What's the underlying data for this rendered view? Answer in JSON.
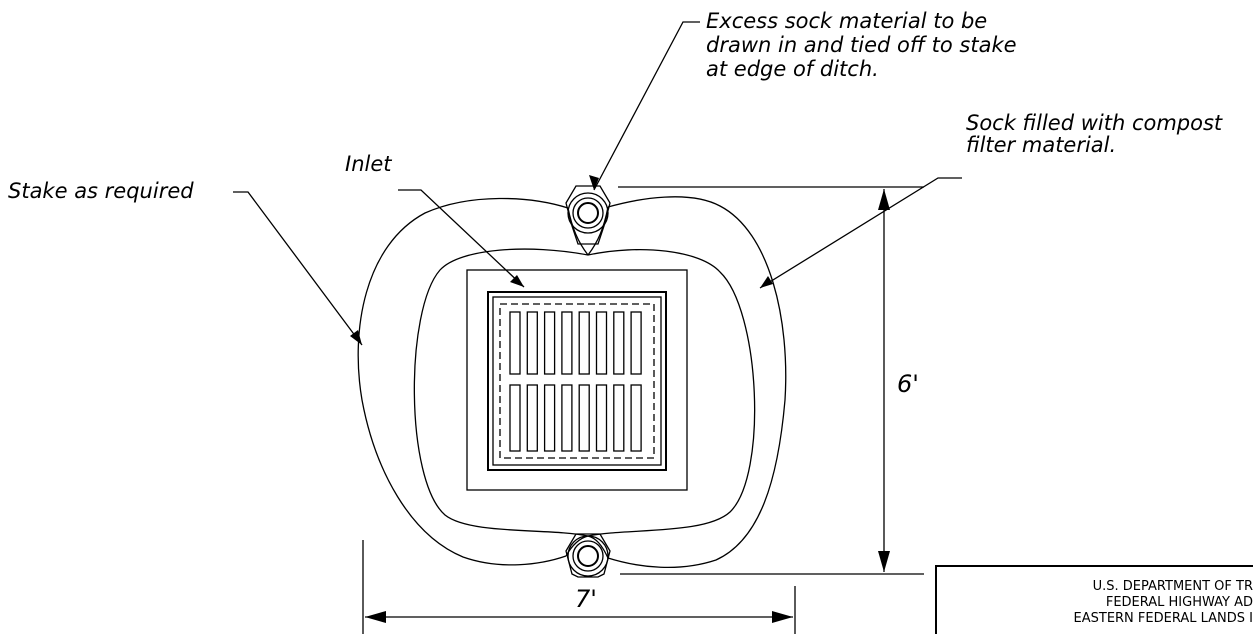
{
  "labels": {
    "excess_sock": [
      "Excess sock material to be",
      "drawn in and tied off to stake",
      "at edge of ditch."
    ],
    "sock_filled": [
      "Sock filled with compost",
      "filter material."
    ],
    "inlet": "Inlet",
    "stake": "Stake as required"
  },
  "dimensions": {
    "height": "6'",
    "width": "7'"
  },
  "title_block": {
    "line1": "U.S. DEPARTMENT OF TR",
    "line2": "FEDERAL HIGHWAY AD",
    "line3": "EASTERN FEDERAL LANDS I"
  }
}
